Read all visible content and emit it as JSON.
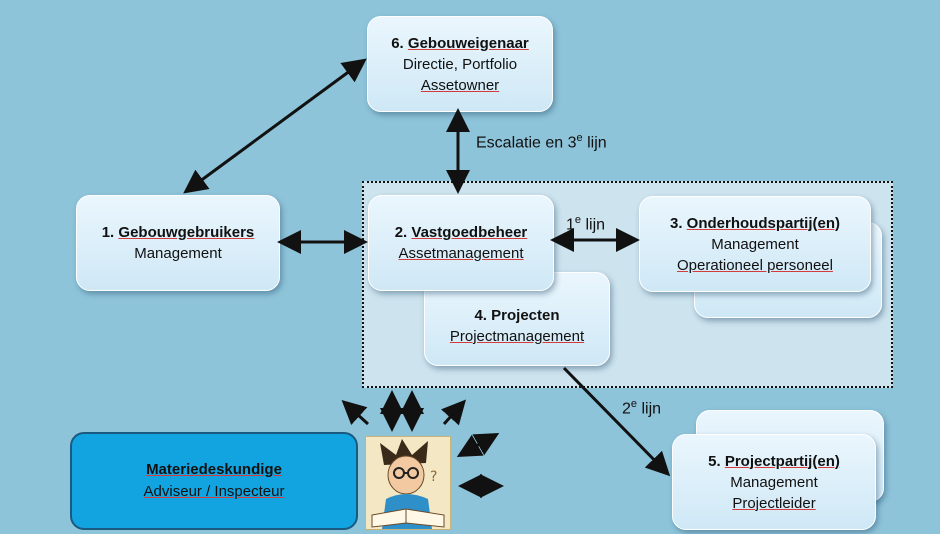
{
  "boxes": {
    "gebouweigenaar": {
      "title_num": "6. ",
      "title": "Gebouweigenaar",
      "line1": "Directie, Portfolio",
      "line2": "Assetowner"
    },
    "gebouwgebruikers": {
      "title_num": "1. ",
      "title": "Gebouwgebruikers",
      "line1": "Management"
    },
    "vastgoedbeheer": {
      "title_num": "2. ",
      "title": "Vastgoedbeheer",
      "line1": "Assetmanagement"
    },
    "onderhoudspartij": {
      "title_num": "3. ",
      "title": "Onderhoudspartij(en)",
      "line1": "Management",
      "line2": "Operationeel personeel"
    },
    "projecten": {
      "title": "4. Projecten",
      "line1": "Projectmanagement"
    },
    "projectpartij": {
      "title_num": "5. ",
      "title": "Projectpartij(en)",
      "line1": "Management",
      "line2": "Projectleider"
    },
    "materiedeskundige": {
      "title": "Materiedeskundige",
      "line1": "Adviseur / Inspecteur"
    }
  },
  "labels": {
    "escalatie": {
      "text": "Escalatie en 3",
      "sup": "e",
      "after": " lijn"
    },
    "lijn1": {
      "text": "1",
      "sup": "e",
      "after": " lijn"
    },
    "lijn2": {
      "text": "2",
      "sup": "e",
      "after": " lijn"
    }
  },
  "icons": {
    "person": "reading-person-icon"
  },
  "colors": {
    "background": "#8ec4da",
    "box_fill": "#dff0fa",
    "expert_fill": "#12a4e0",
    "arrow": "#111111",
    "underline": "#d43c3c"
  }
}
